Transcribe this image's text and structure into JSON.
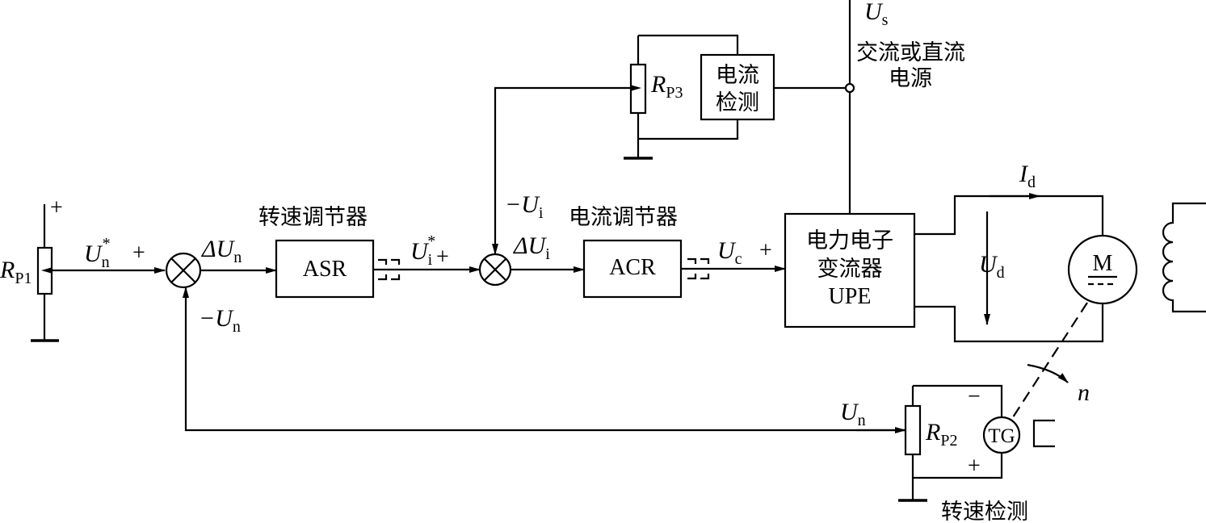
{
  "blocks": {
    "asr": "ASR",
    "acr": "ACR",
    "upe": [
      "电力电子",
      "变流器",
      "UPE"
    ],
    "current_detect": [
      "电流",
      "检测"
    ],
    "motor": "M",
    "tacho": "TG"
  },
  "titles": {
    "speed_regulator": "转速调节器",
    "current_regulator": "电流调节器",
    "speed_detect": "转速检测",
    "power_source": [
      "交流或直流",
      "电源"
    ]
  },
  "signals": {
    "un_star": {
      "main": "U",
      "sub": "n",
      "sup": "*"
    },
    "delta_un": {
      "main": "ΔU",
      "sub": "n"
    },
    "minus_un": {
      "main": "−U",
      "sub": "n"
    },
    "ui_star": {
      "main": "U",
      "sub": "i",
      "sup": "*"
    },
    "delta_ui": {
      "main": "ΔU",
      "sub": "i"
    },
    "minus_ui": {
      "main": "−U",
      "sub": "i"
    },
    "uc": {
      "main": "U",
      "sub": "c"
    },
    "us": {
      "main": "U",
      "sub": "s"
    },
    "id": {
      "main": "I",
      "sub": "d"
    },
    "ud": {
      "main": "U",
      "sub": "d"
    },
    "un": {
      "main": "U",
      "sub": "n"
    },
    "speed": "n"
  },
  "resistors": {
    "rp1": {
      "main": "R",
      "sub": "P1"
    },
    "rp2": {
      "main": "R",
      "sub": "P2"
    },
    "rp3": {
      "main": "R",
      "sub": "P3"
    }
  },
  "signs": {
    "plus": "+",
    "minus": "−"
  }
}
